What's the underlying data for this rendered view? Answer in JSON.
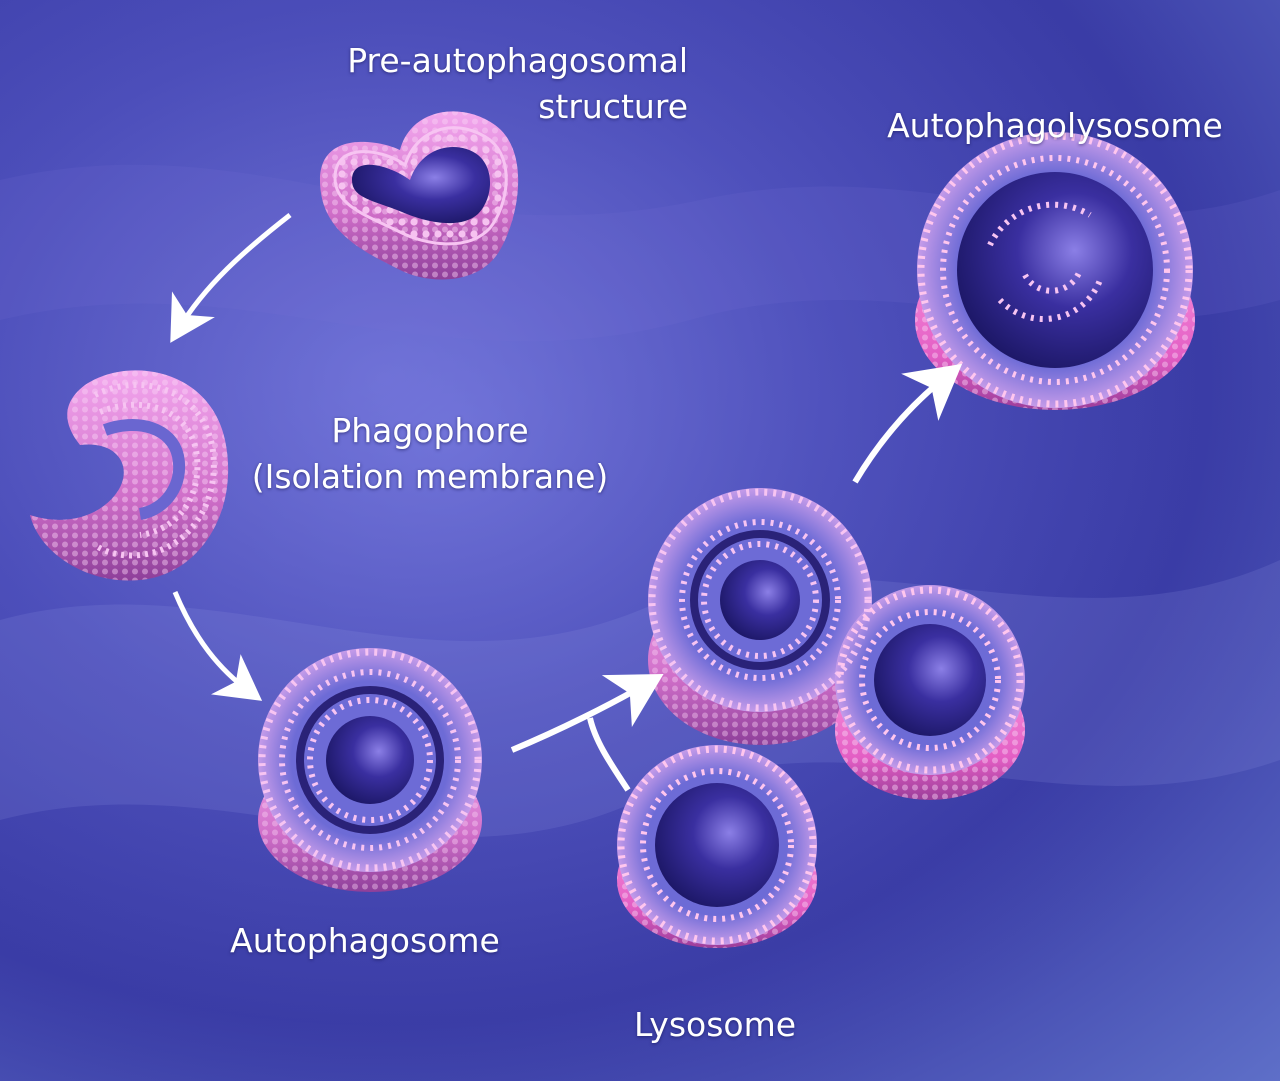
{
  "labels": {
    "pre_autophagosomal_line1": "Pre-autophagosomal",
    "pre_autophagosomal_line2": "structure",
    "phagophore_line1": "Phagophore",
    "phagophore_line2": "(Isolation membrane)",
    "autophagosome": "Autophagosome",
    "lysosome": "Lysosome",
    "autophagolysosome": "Autophagolysosome"
  },
  "colors": {
    "membrane_pink": "#e88fe0",
    "membrane_bead": "#f7c4f2",
    "lumen_blue": "#3b2f9e",
    "arrow": "#ffffff"
  }
}
